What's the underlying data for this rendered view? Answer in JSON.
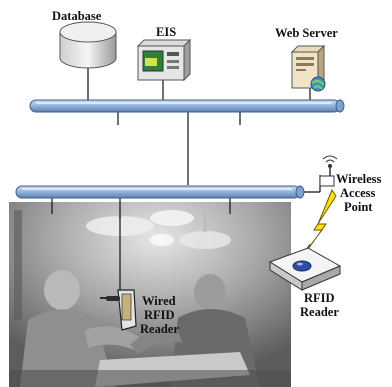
{
  "nodes": {
    "database": {
      "label": "Database",
      "icon": "database-cylinder-icon"
    },
    "eis": {
      "label": "EIS",
      "icon": "eis-server-box-icon"
    },
    "web_server": {
      "label": "Web Server",
      "icon": "web-server-tower-icon"
    },
    "wireless_access_point": {
      "label_lines": [
        "Wireless",
        "Access",
        "Point"
      ],
      "icon": "antenna-icon"
    },
    "rfid_reader": {
      "label_lines": [
        "RFID",
        "Reader"
      ],
      "icon": "rfid-reader-pad-icon"
    },
    "wired_rfid_reader": {
      "label_lines": [
        "Wired",
        "RFID",
        "Reader"
      ],
      "icon": "handheld-reader-icon"
    }
  },
  "buses": {
    "upper": "network-bus-upper",
    "lower": "network-bus-lower"
  },
  "colors": {
    "bus": "#8fb0d8",
    "bus_highlight": "#dbe8f7",
    "bus_outline": "#3a5f8f",
    "lightning": "#ffe400",
    "photo_dark": "#3f3f3f",
    "photo_light": "#d8d8d8"
  },
  "background_photo": {
    "subject": "operating room with surgeons"
  }
}
